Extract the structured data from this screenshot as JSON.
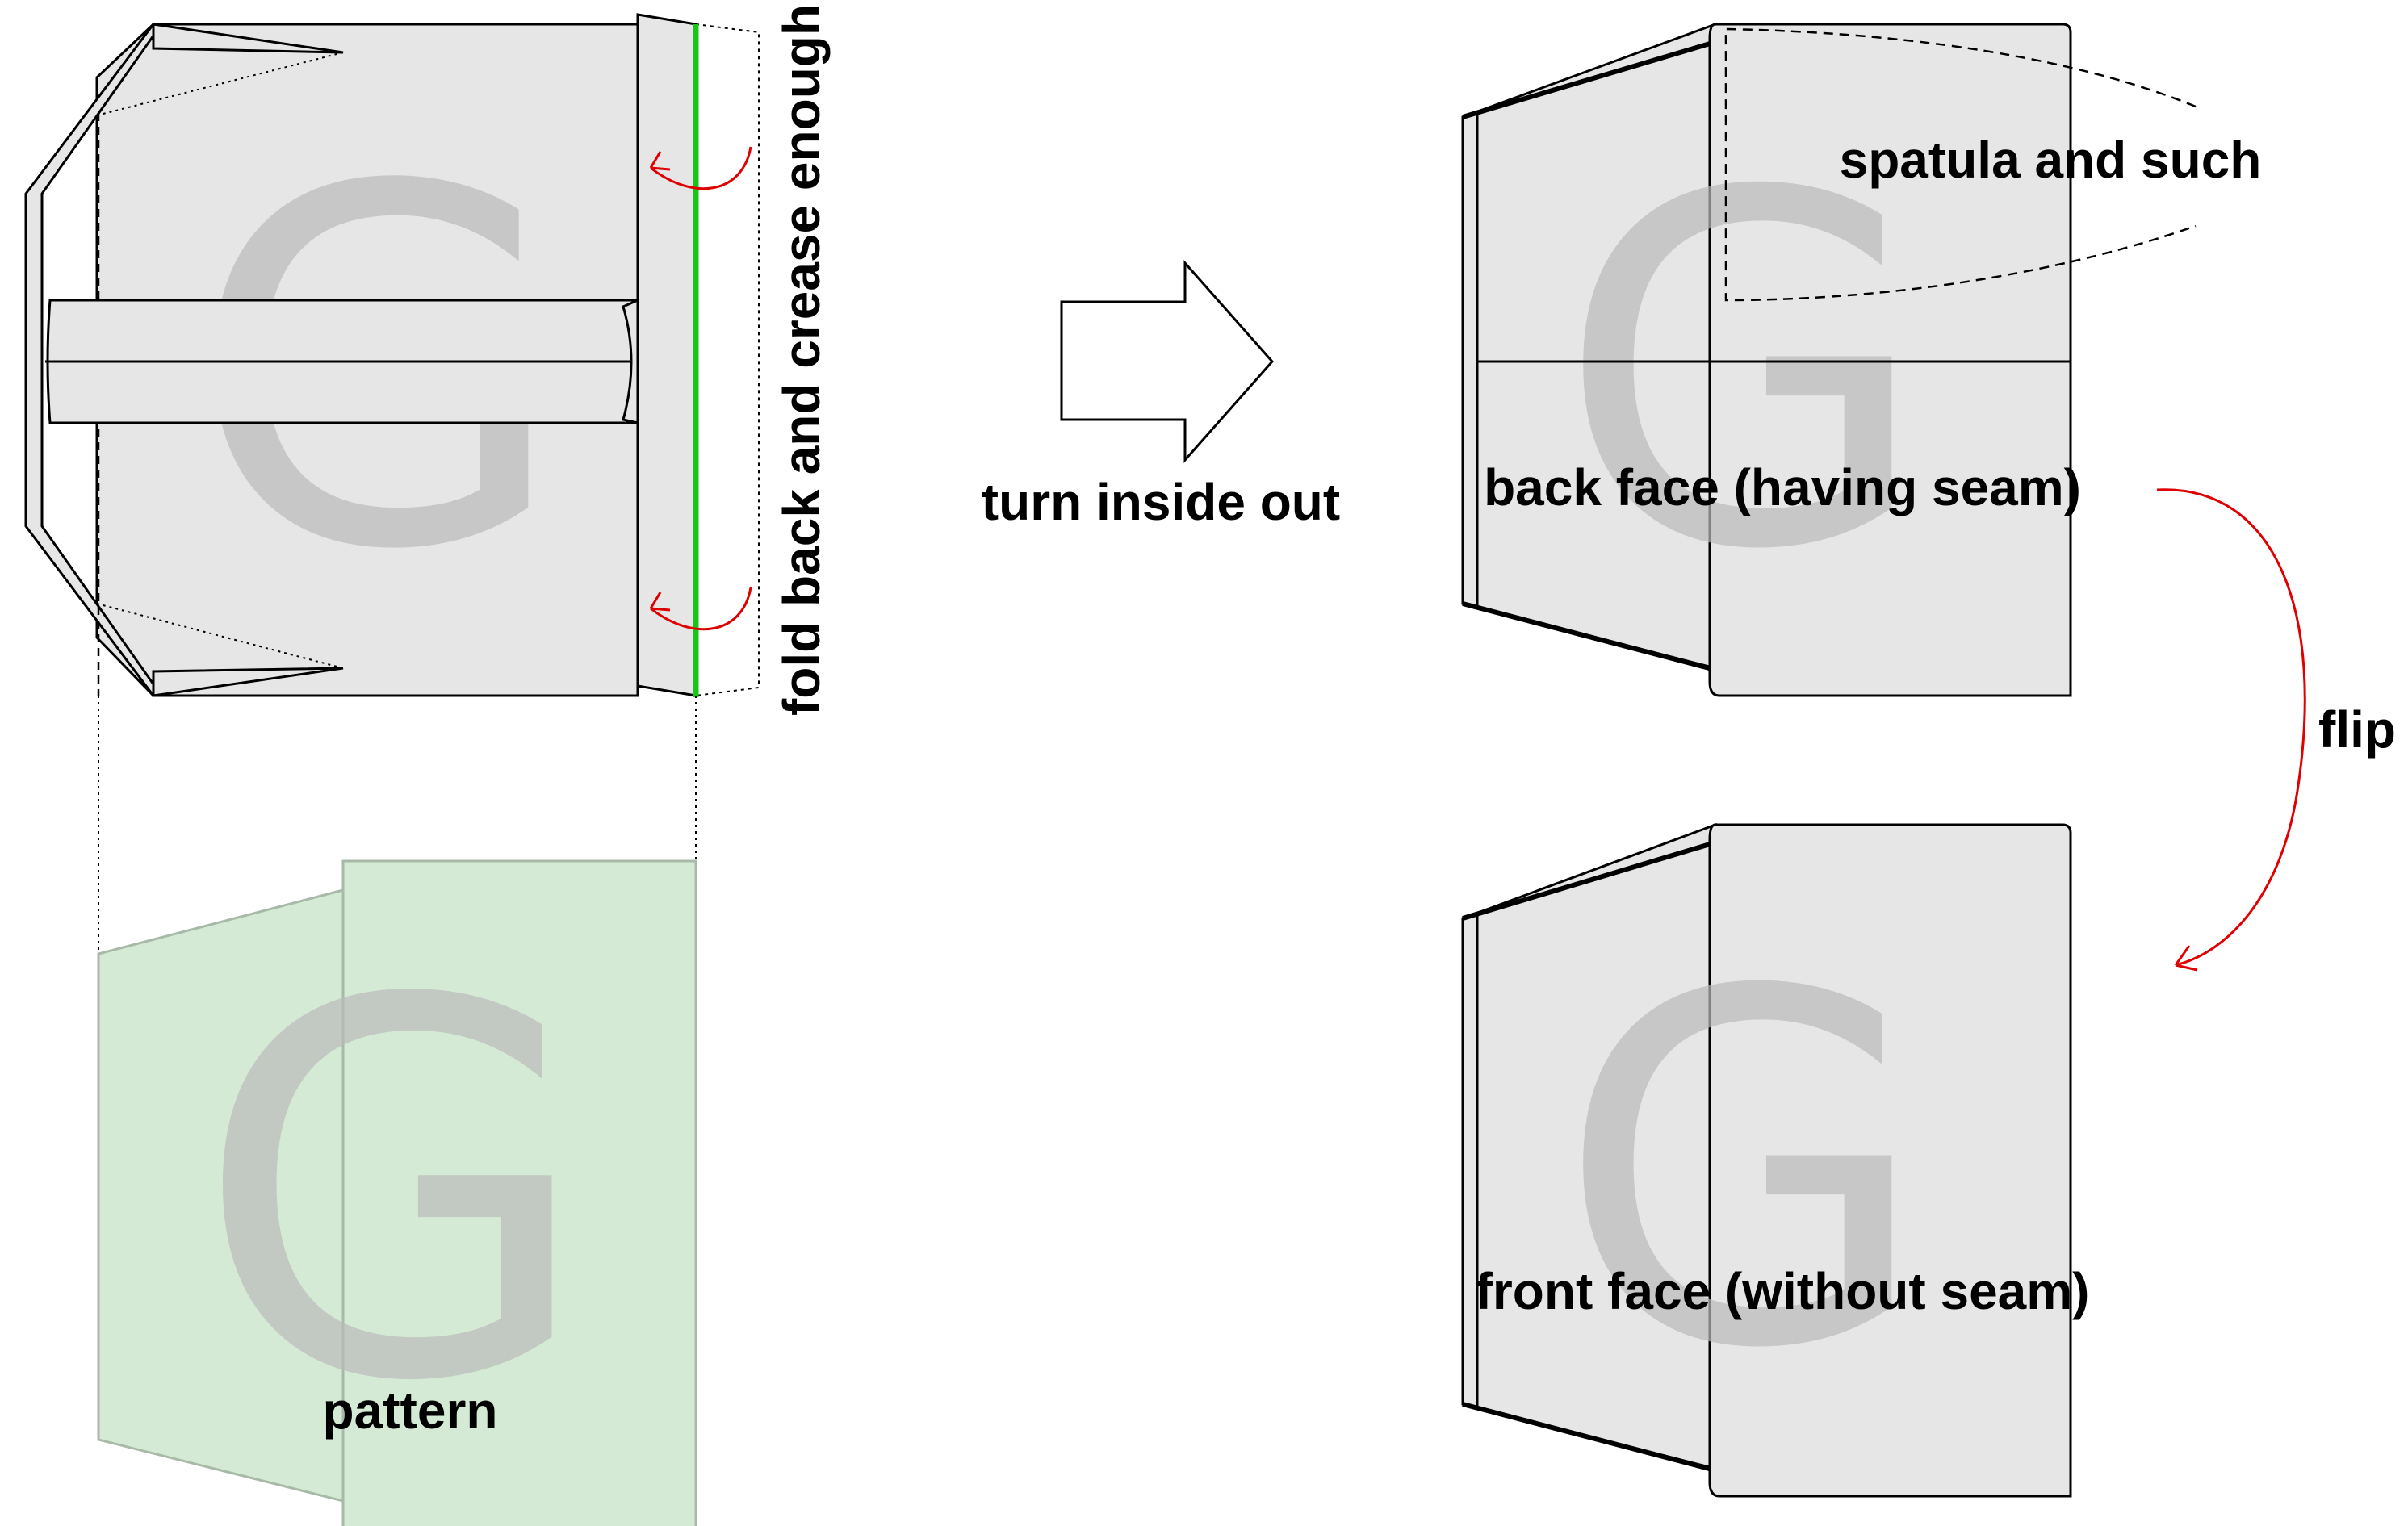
{
  "labels": {
    "fold_instruction": "fold back and crease enough",
    "pattern": "pattern",
    "turn_inside_out": "turn inside out",
    "spatula": "spatula and such",
    "back_face": "back face (having seam)",
    "flip": "flip",
    "front_face": "front face (without seam)"
  },
  "watermark_letter": "G",
  "colors": {
    "panel_fill": "#e6e6e6",
    "outline": "#000000",
    "fold_line": "#19c519",
    "fold_arrow": "#e00000",
    "flip_arrow": "#e00000",
    "pattern_fill": "#d5ead5",
    "pattern_edge": "#a9b9a9",
    "watermark": "#b9b9b9"
  }
}
